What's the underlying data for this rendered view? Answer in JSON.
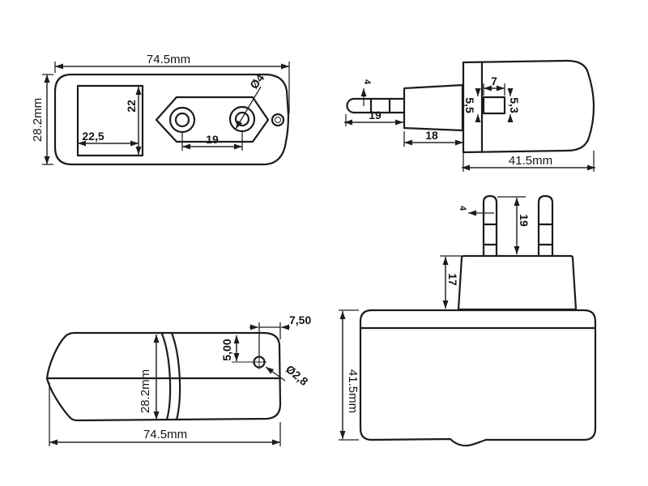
{
  "drawing": {
    "background": "#ffffff",
    "line_color": "#1c1c1c",
    "views": {
      "top": {
        "width": "74.5mm",
        "height": "28.2mm",
        "socket_depth": "22",
        "socket_width": "22,5",
        "pin_spacing": "19",
        "pin_diameter": "Ø4"
      },
      "side": {
        "pin_diameter": "4",
        "pin_length": "19",
        "neck_length": "18",
        "slot_width": "7",
        "slot_height_left": "5,5",
        "slot_height_right": "5,3",
        "body_length": "41.5mm"
      },
      "profile": {
        "hole_from_edge": "7,50",
        "hole_from_top": "5,00",
        "hole_diameter": "Ø2,8",
        "height": "28.2mm",
        "width": "74.5mm"
      },
      "front": {
        "pin_diameter": "4",
        "pin_length": "19",
        "neck_height": "17",
        "body_height": "41.5mm"
      }
    }
  }
}
